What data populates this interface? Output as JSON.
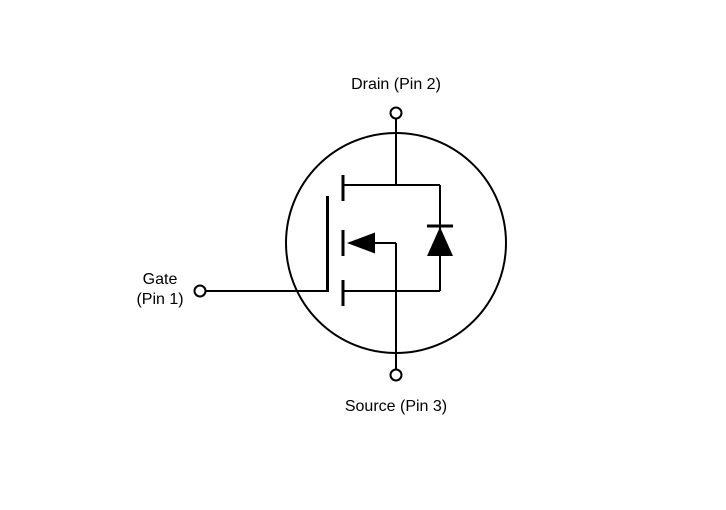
{
  "colors": {
    "line": "#000000",
    "background": "#ffffff"
  },
  "labels": {
    "drain": "Drain (Pin 2)",
    "gate": [
      "Gate",
      "(Pin 1)"
    ],
    "source": "Source (Pin 3)"
  }
}
